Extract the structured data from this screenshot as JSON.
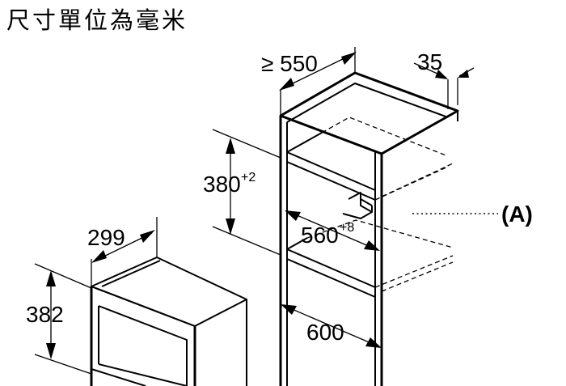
{
  "heading": "尺寸單位為毫米",
  "dimensions": {
    "cabinet_depth_min": "≥ 550",
    "cabinet_side": "35",
    "niche_height": "380",
    "niche_height_tolerance": "+2",
    "niche_width": "560",
    "niche_width_tolerance": "+8",
    "cabinet_width": "600",
    "appliance_depth": "299",
    "appliance_height": "382"
  },
  "callout_label": "(A)"
}
